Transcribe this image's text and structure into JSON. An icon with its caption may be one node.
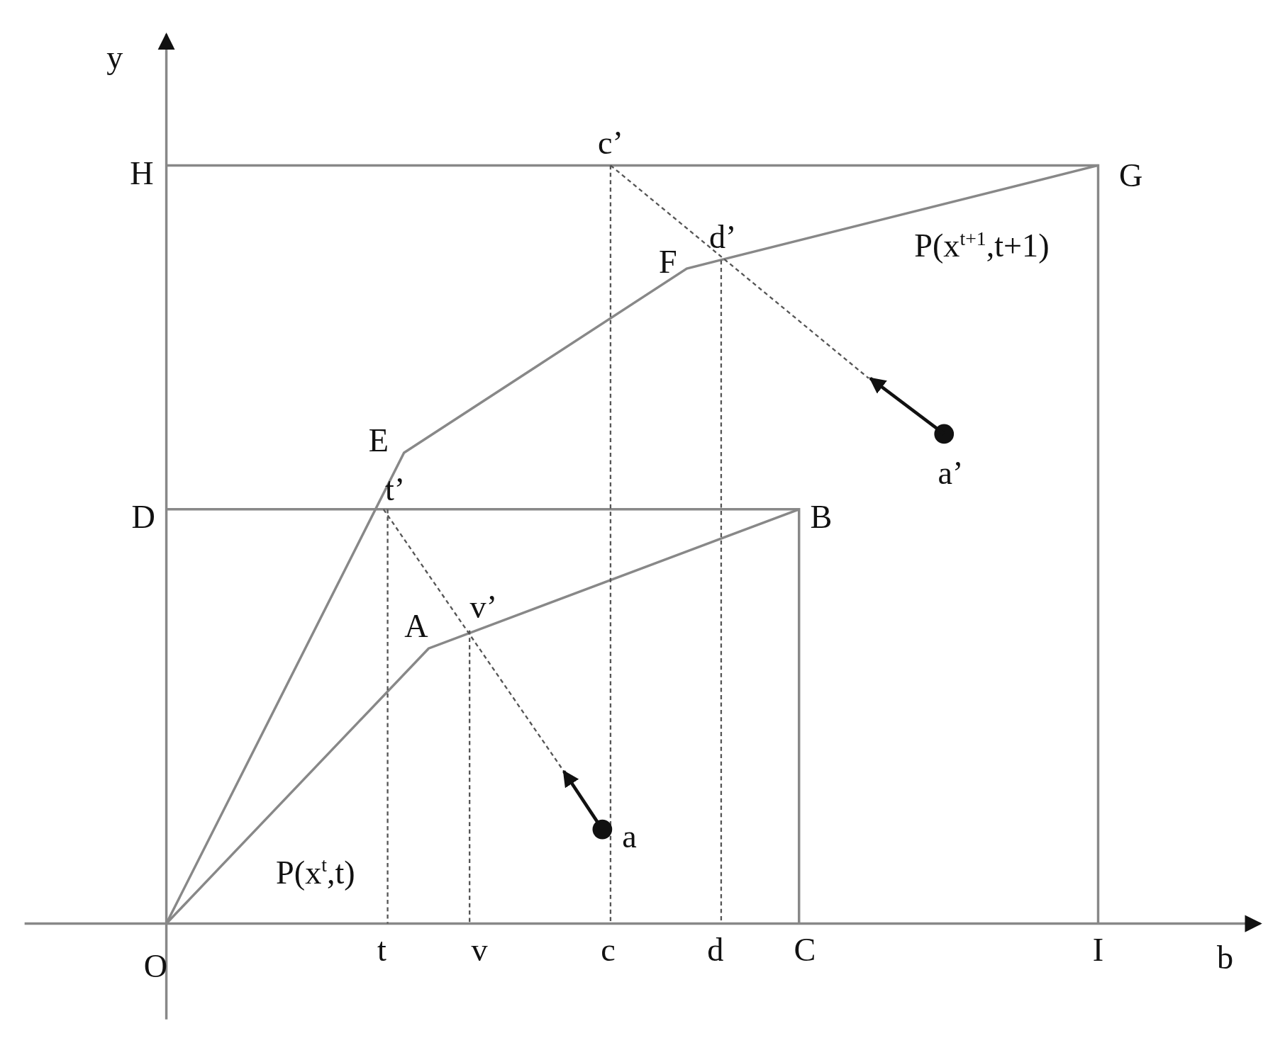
{
  "diagram": {
    "labels": [
      "y",
      "c’",
      "H",
      "G",
      "d’",
      "F",
      "P(x$^{t+1}$,t+1)",
      "E",
      "a’",
      "t’",
      "D",
      "B",
      "A",
      "v’",
      "a",
      "P(x$^{t}$,t)",
      "O",
      "t",
      "v",
      "c",
      "d",
      "C",
      "I",
      "b"
    ]
  }
}
